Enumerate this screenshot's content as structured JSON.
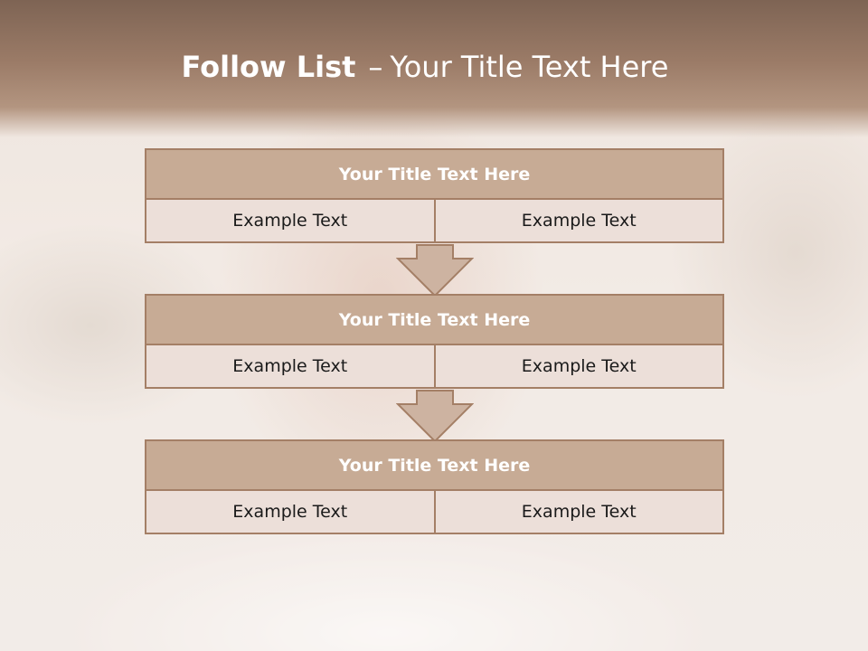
{
  "slide": {
    "title_bold": "Follow List",
    "title_separator": "–",
    "title_rest": "Your Title Text Here"
  },
  "blocks": [
    {
      "title": "Your Title Text Here",
      "cells": [
        "Example Text",
        "Example Text"
      ]
    },
    {
      "title": "Your Title Text Here",
      "cells": [
        "Example Text",
        "Example Text"
      ]
    },
    {
      "title": "Your Title Text Here",
      "cells": [
        "Example Text",
        "Example Text"
      ]
    }
  ],
  "colors": {
    "header_band": "#9b7b67",
    "block_title_fill": "#c7ab95",
    "block_border": "#a47f66",
    "cell_fill": "#ecdfd9",
    "arrow_fill": "#cdb3a1"
  },
  "icons": [
    "down-arrow-icon",
    "down-arrow-icon"
  ]
}
